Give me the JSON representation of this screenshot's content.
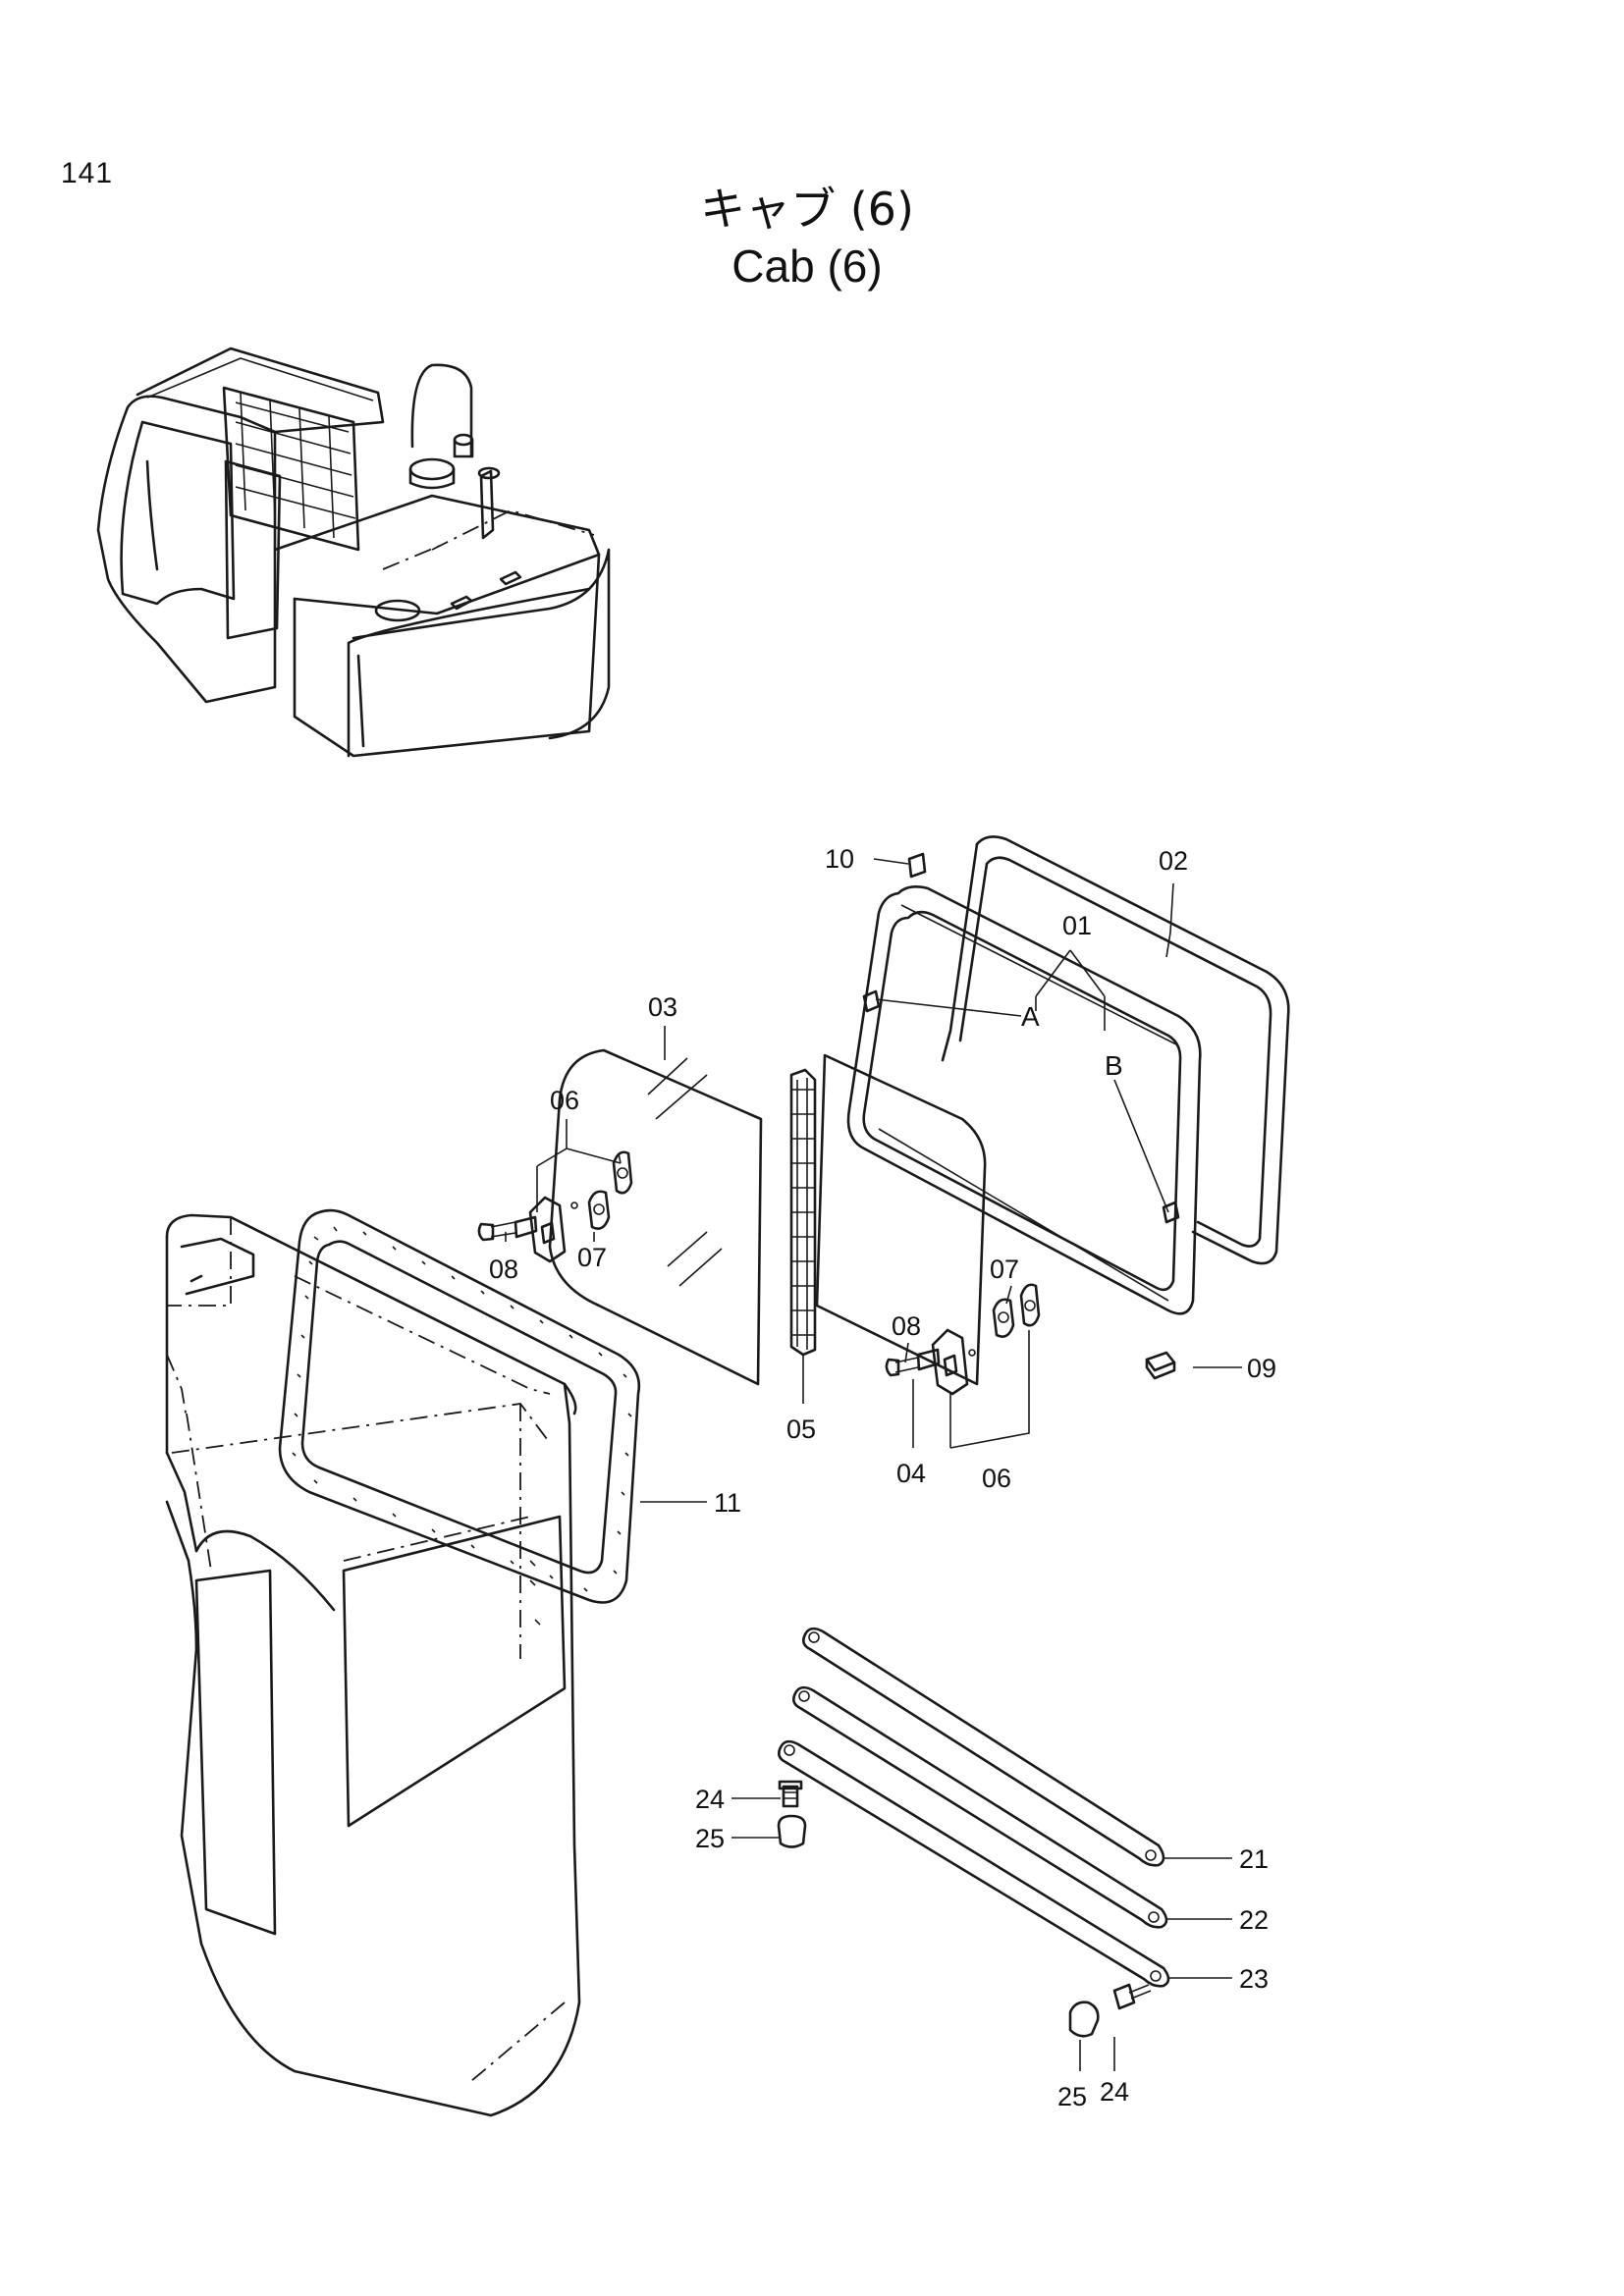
{
  "page": {
    "number": "141"
  },
  "title": {
    "japanese": "キャブ (6)",
    "english": "Cab (6)"
  },
  "callouts": {
    "p01": "01",
    "p02": "02",
    "p03": "03",
    "p04": "04",
    "p05": "05",
    "p06a": "06",
    "p06b": "06",
    "p07a": "07",
    "p07b": "07",
    "p08a": "08",
    "p08b": "08",
    "p09": "09",
    "p10": "10",
    "p11": "11",
    "p21": "21",
    "p22": "22",
    "p23": "23",
    "p24a": "24",
    "p24b": "24",
    "p25a": "25",
    "p25b": "25",
    "detailA": "A",
    "detailB": "B"
  }
}
